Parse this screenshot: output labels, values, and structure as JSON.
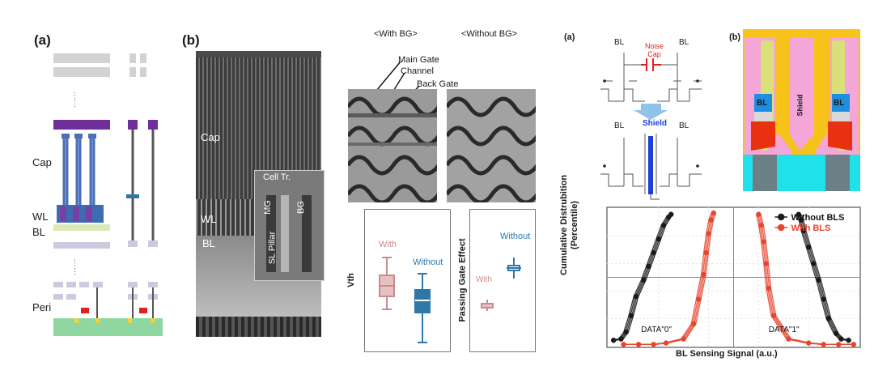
{
  "panel1": {
    "label_a": "(a)",
    "label_b": "(b)",
    "dots_top": "......",
    "dots_bottom": "......",
    "layers": {
      "cap": "Cap",
      "wl": "WL",
      "bl": "BL",
      "peri": "Peri"
    },
    "sem": {
      "cap": "Cap",
      "wl": "WL",
      "bl": "BL",
      "cell_tr": "Cell Tr.",
      "mg": "MG",
      "bg": "BG",
      "pillar": "SL Pillar"
    }
  },
  "panel2": {
    "with_bg": "<With BG>",
    "without_bg": "<Without BG>",
    "callouts": {
      "main_gate": "Main Gate",
      "channel": "Channel",
      "back_gate": "Back Gate"
    },
    "vth_ylabel": "Vth",
    "vth_with": "With",
    "vth_without": "Without",
    "pge_ylabel": "Passing Gate Effect",
    "pge_with": "With",
    "pge_without": "Without",
    "colors": {
      "with": "#c98c8c",
      "without": "#2e77a8"
    }
  },
  "panel3": {
    "label_a": "(a)",
    "label_b": "(b)",
    "circuit_top": {
      "bl_left": "BL",
      "bl_right": "BL",
      "noise_cap": "Noise\nCap"
    },
    "circuit_bottom": {
      "bl_left": "BL",
      "bl_right": "BL",
      "shield": "Shield"
    },
    "cross": {
      "bl_left": "BL",
      "bl_right": "BL",
      "shield": "Shield"
    },
    "colors": {
      "noise": "#e02020",
      "shield": "#1a3fd6",
      "arrow": "#8fc3ea"
    }
  },
  "chart_data": {
    "type": "line",
    "xlabel": "BL Sensing Signal (a.u.)",
    "ylabel": "Cumulative Distrubition\n(Percentile)",
    "annotations": [
      "DATA\"0\"",
      "DATA\"1\""
    ],
    "series": [
      {
        "name": "Without BLS",
        "color": "#1a1a1a",
        "data0_x": [
          0.02,
          0.05,
          0.07,
          0.09,
          0.11,
          0.14,
          0.16,
          0.18,
          0.2,
          0.22,
          0.24,
          0.25
        ],
        "data1_x": [
          0.96,
          0.93,
          0.91,
          0.88,
          0.86,
          0.84,
          0.82,
          0.8,
          0.78,
          0.77,
          0.76
        ],
        "y0": [
          0.04,
          0.05,
          0.1,
          0.22,
          0.36,
          0.48,
          0.58,
          0.68,
          0.78,
          0.88,
          0.94,
          0.96
        ],
        "y1": [
          0.04,
          0.05,
          0.09,
          0.2,
          0.34,
          0.48,
          0.6,
          0.72,
          0.84,
          0.92,
          0.96
        ]
      },
      {
        "name": "With BLS",
        "color": "#e8452f",
        "data0_x": [
          0.06,
          0.12,
          0.18,
          0.23,
          0.3,
          0.34,
          0.36,
          0.38,
          0.39,
          0.4,
          0.41,
          0.42
        ],
        "data1_x": [
          0.98,
          0.92,
          0.86,
          0.8,
          0.72,
          0.66,
          0.64,
          0.63,
          0.62,
          0.61,
          0.6
        ],
        "y0": [
          0.01,
          0.01,
          0.01,
          0.02,
          0.05,
          0.16,
          0.34,
          0.52,
          0.68,
          0.82,
          0.92,
          0.97
        ],
        "y1": [
          0.01,
          0.01,
          0.01,
          0.02,
          0.05,
          0.22,
          0.42,
          0.6,
          0.76,
          0.88,
          0.96
        ]
      }
    ],
    "legend_position": "top-right"
  }
}
